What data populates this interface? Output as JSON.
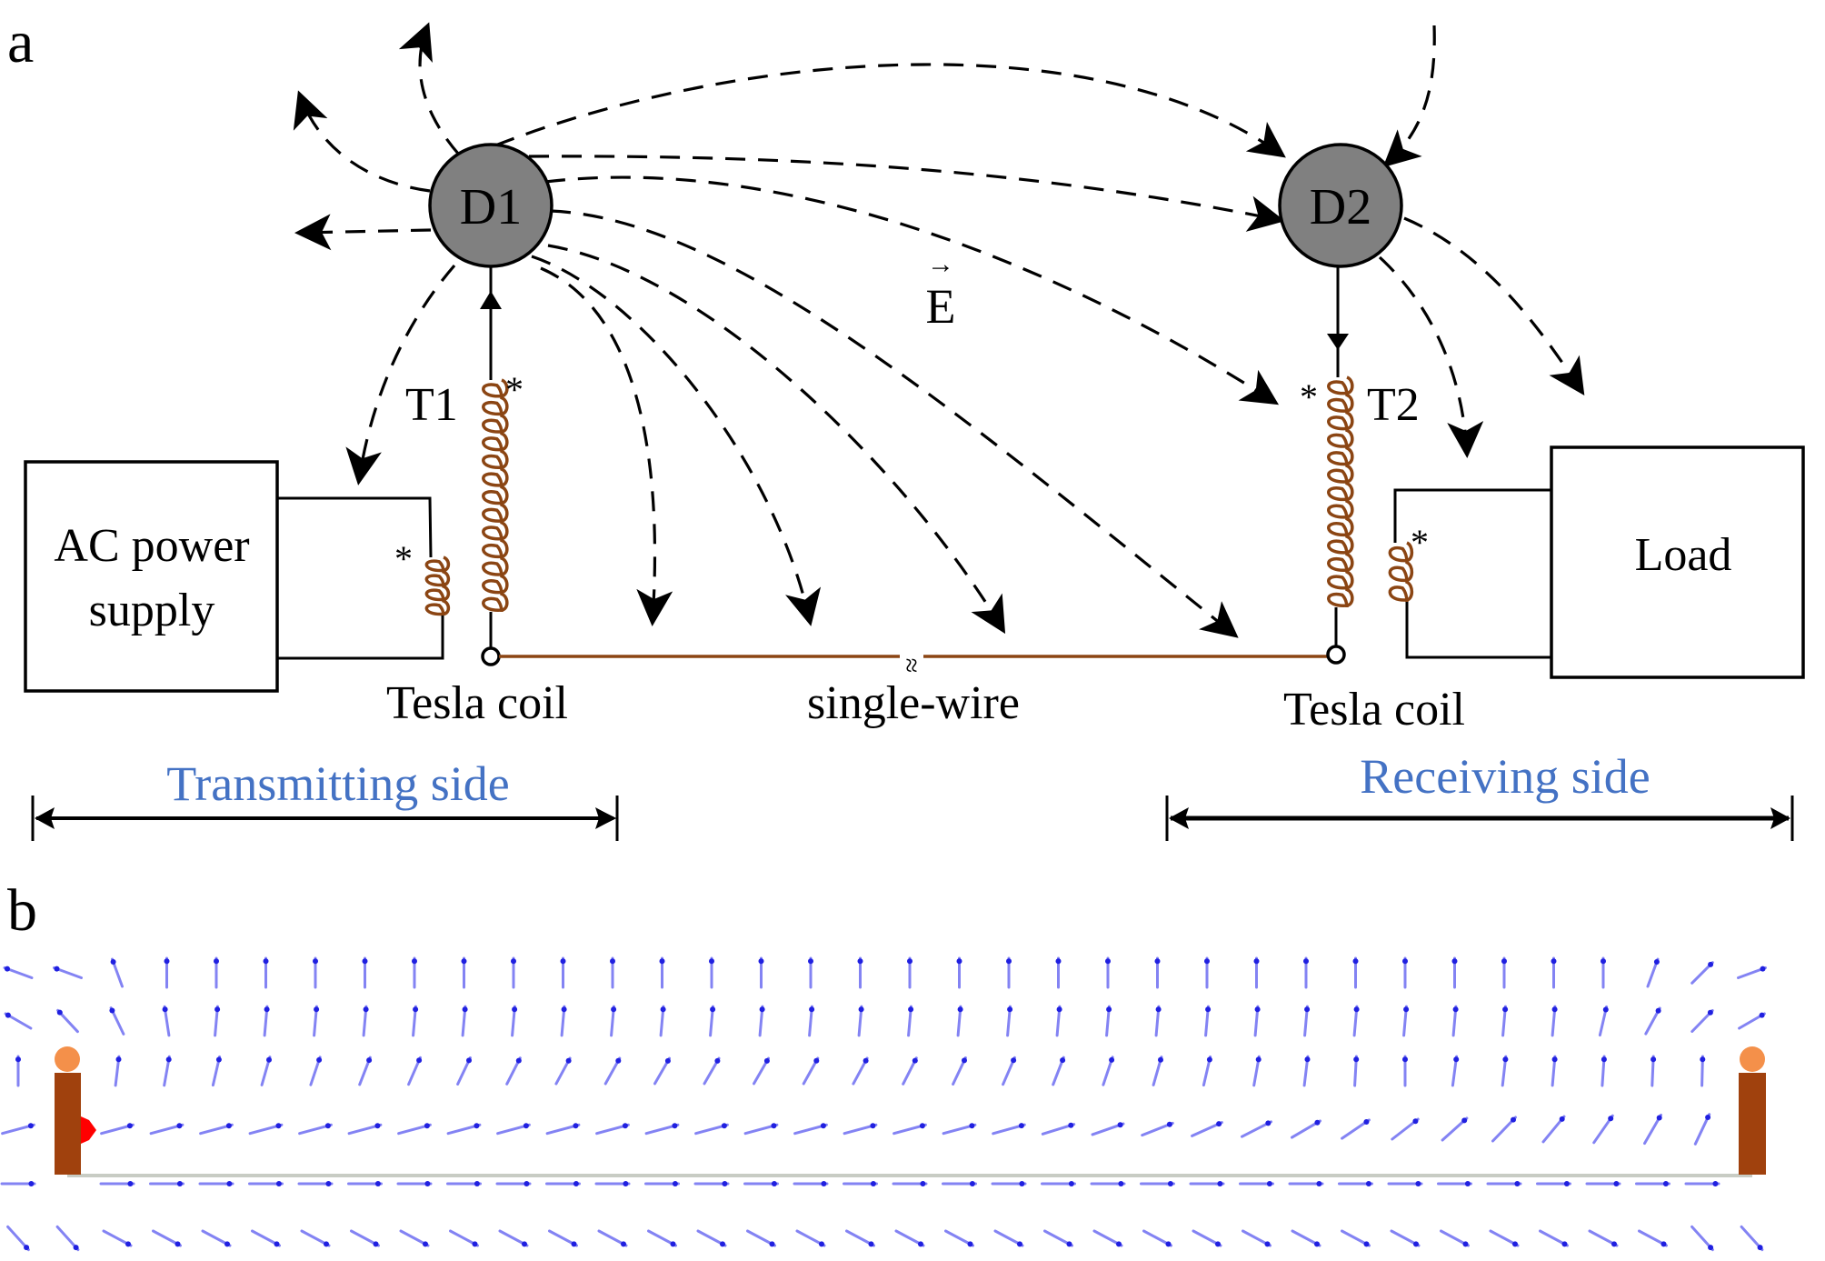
{
  "panel_a": {
    "label": "a",
    "electrode_1": "D1",
    "electrode_2": "D2",
    "transformer_1": "T1",
    "transformer_2": "T2",
    "dot_marker": "*",
    "field_symbol": "E",
    "field_arrow": "→",
    "source_box": {
      "line1": "AC power",
      "line2": "supply"
    },
    "load_box": "Load",
    "tx_coil_label": "Tesla coil",
    "rx_coil_label": "Tesla coil",
    "wire_label": "single-wire",
    "wire_break_symbol": "≈",
    "transmitting_side": "Transmitting side",
    "receiving_side": "Receiving side",
    "colors": {
      "coil": "#8B4513",
      "electrode": "#808080",
      "side_label": "#4472C4"
    }
  },
  "panel_b": {
    "label": "b",
    "description": "Simulated electric field vector plot along single-wire between two Tesla-coil terminals",
    "colors": {
      "vector": "#3030e0",
      "post": "#A0410D",
      "terminal_ball": "#F4904A",
      "wire": "#C8CCC4",
      "source_marker": "#FF0000"
    },
    "field_rows": [
      {
        "row": 1,
        "dominant_direction": "up (vertical), fanning outward near both ends"
      },
      {
        "row": 2,
        "dominant_direction": "up, tilting away from terminals near ends"
      },
      {
        "row": 3,
        "dominant_direction": "up-right diagonal, becoming vertical near right end"
      },
      {
        "row": 4,
        "dominant_direction": "nearly horizontal pointing right, steepening near right end"
      },
      {
        "row": 5,
        "dominant_direction": "horizontal right, just below wire"
      },
      {
        "row": 6,
        "dominant_direction": "down-right diagonal"
      }
    ]
  }
}
